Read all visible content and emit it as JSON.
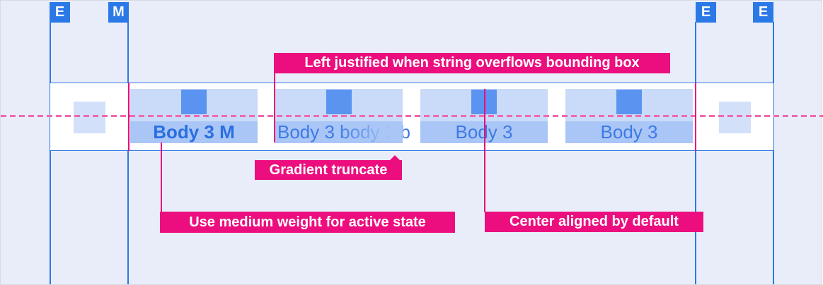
{
  "ruler_chips": [
    {
      "label": "E"
    },
    {
      "label": "M"
    },
    {
      "label": "E"
    },
    {
      "label": "E"
    }
  ],
  "tabs": [
    {
      "label": "Body 3 M",
      "state": "active"
    },
    {
      "label": "Body 3 body 3 b",
      "state": "truncated"
    },
    {
      "label": "Body 3",
      "state": "default"
    },
    {
      "label": "Body 3",
      "state": "default"
    }
  ],
  "annotations": {
    "overflow": "Left justified when string overflows bounding box",
    "gradient": "Gradient truncate",
    "medium_weight": "Use medium weight for active state",
    "center_aligned": "Center aligned by default"
  },
  "colors": {
    "accent_blue": "#2b79e6",
    "annotation_magenta": "#ec0e7e",
    "centerline_pink": "#f168ae",
    "tab_fill": "#c9dbf8",
    "tab_label_fill": "#a9c6f6",
    "icon_fill": "#5b93f0"
  }
}
